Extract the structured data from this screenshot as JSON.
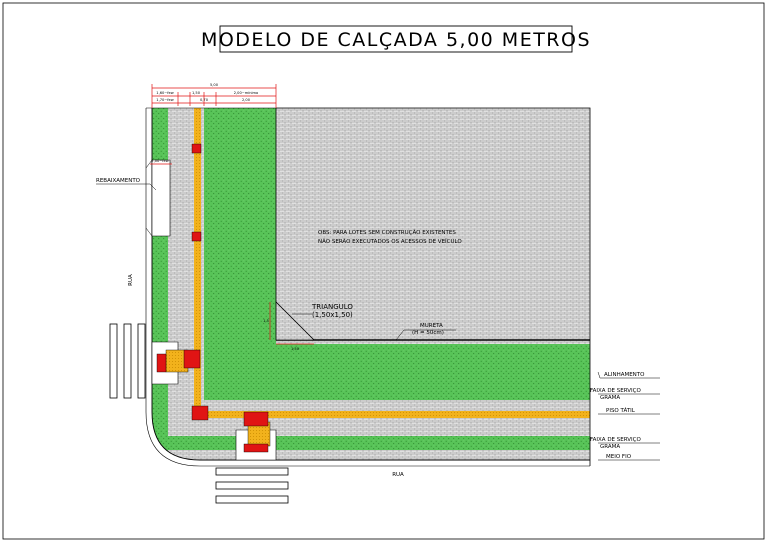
{
  "title": "MODELO DE CALÇADA 5,00 METROS",
  "note": {
    "line1": "OBS: PARA LOTES SEM CONSTRUÇÃO EXISTENTES",
    "line2": "NÃO SERÃO EXECUTADOS OS ACESSOS DE VEÍCULO"
  },
  "labels": {
    "rebaixamento": "REBAIXAMENTO",
    "rua_left": "RUA",
    "rua_bottom": "RUA",
    "triangulo": "TRIANGULO",
    "triangulo_dim": "(1,50x1,50)",
    "mureta": "MURETA",
    "mureta_dim": "(H = 50cm)",
    "alinhamento": "ALINHAMENTO",
    "faixa_servico_1": "FAIXA DE SERVIÇO",
    "grama_1": "GRAMA",
    "piso_tatil": "PISO TÁTIL",
    "faixa_servico_2": "FAIXA DE SERVIÇO",
    "grama_2": "GRAMA",
    "meio_fio": "MEIO FIO"
  },
  "dimensions": {
    "total": "5,00",
    "a": "1,60~few",
    "b": "1,50",
    "c": "2,00~mínimo",
    "d": "1,70~few",
    "e": "0,70",
    "f": "2,00",
    "rebaix": "2,00~few",
    "tri_w": "1,50",
    "tri_h": "1,5"
  },
  "colors": {
    "grass": "#58c458",
    "grass_dot": "#2f8a2f",
    "paving": "#e0e0e0",
    "paving_line": "#7a7a7a",
    "tactile": "#f2b21c",
    "marker": "#e01414",
    "dimension": "#e01414"
  }
}
